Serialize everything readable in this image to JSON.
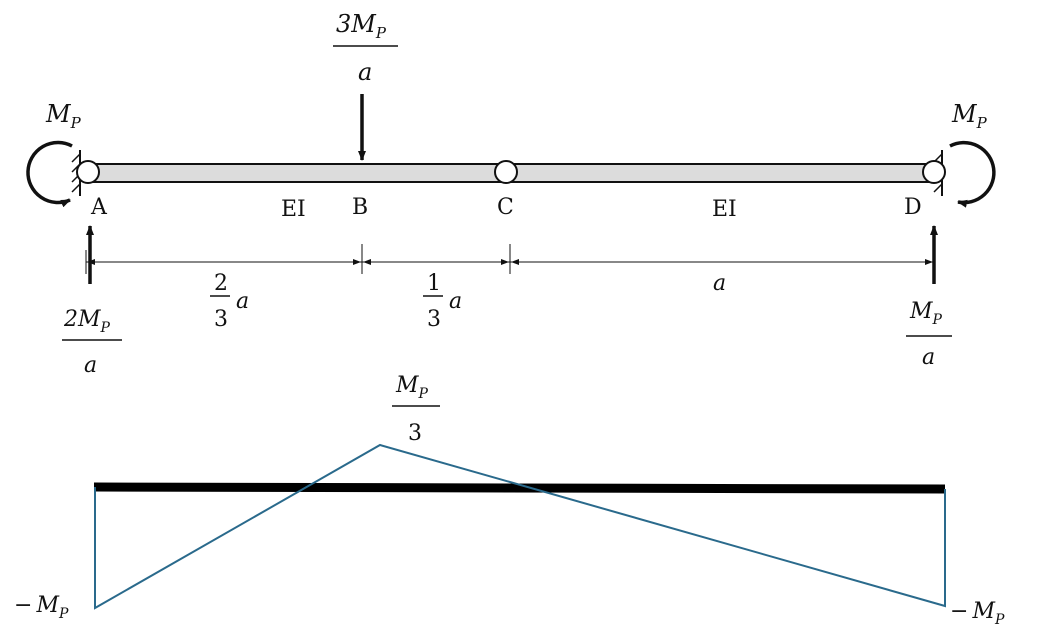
{
  "diagram": {
    "top_load": {
      "num": "3M",
      "sub": "P",
      "den": "a"
    },
    "moment_left": {
      "main": "M",
      "sub": "P"
    },
    "moment_right": {
      "main": "M",
      "sub": "P"
    },
    "points": {
      "A": "A",
      "B": "B",
      "C": "C",
      "D": "D"
    },
    "segment_labels": {
      "left": "EI",
      "right": "EI"
    },
    "reaction_left": {
      "num": "2M",
      "sub": "P",
      "den": "a"
    },
    "reaction_right": {
      "num": "M",
      "sub": "P",
      "den": "a"
    },
    "dims": {
      "ab": {
        "num": "2",
        "den": "3",
        "var": "a"
      },
      "bc": {
        "num": "1",
        "den": "3",
        "var": "a"
      },
      "cd": {
        "var": "a"
      }
    }
  },
  "moment_diagram": {
    "peak_label": {
      "num": "M",
      "sub": "P",
      "den": "3"
    },
    "left_label": {
      "sign": "−",
      "main": "M",
      "sub": "P"
    },
    "right_label": {
      "sign": "−",
      "main": "M",
      "sub": "P"
    },
    "values": {
      "A": "-M_P",
      "B": "M_P/3",
      "D": "-M_P"
    },
    "line_color": "#2a6a8c"
  }
}
